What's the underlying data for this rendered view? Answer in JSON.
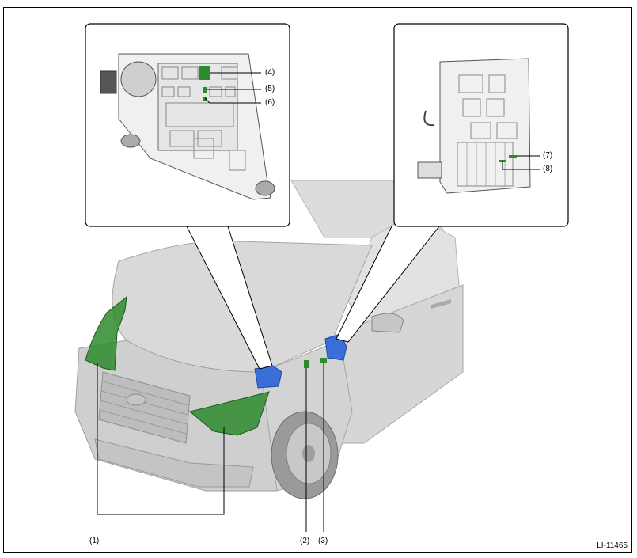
{
  "figure_code": "LI-11465",
  "callouts": {
    "c1": "(1)",
    "c2": "(2)",
    "c3": "(3)",
    "c4": "(4)",
    "c5": "(5)",
    "c6": "(6)",
    "c7": "(7)",
    "c8": "(8)"
  },
  "colors": {
    "highlight_green": "#2e8a2e",
    "highlight_blue": "#3a6fd8",
    "car_body": "#d0d0d0"
  }
}
